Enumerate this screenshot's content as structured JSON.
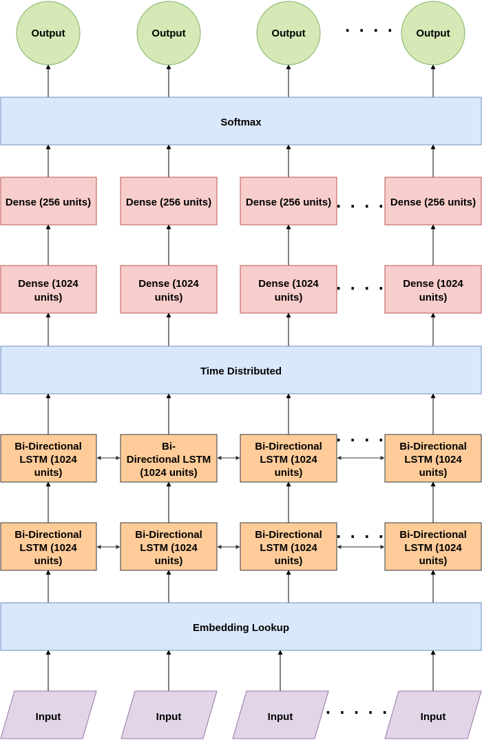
{
  "colors": {
    "output_fill": "#d5e8b5",
    "output_stroke": "#82b366",
    "blue_fill": "#dae8fc",
    "blue_stroke": "#6c8ebf",
    "red_fill": "#f8cecc",
    "red_stroke": "#b85450",
    "orange_fill": "#ffcc99",
    "orange_stroke": "#36393d",
    "purple_fill": "#e1d5e7",
    "purple_stroke": "#9673a6"
  },
  "outputs": [
    "Output",
    "Output",
    "Output",
    "Output"
  ],
  "softmax": "Softmax",
  "dense256": [
    "Dense (256 units)",
    "Dense (256 units)",
    "Dense (256 units)",
    "Dense (256 units)"
  ],
  "dense1024": [
    [
      "Dense (1024",
      "units)"
    ],
    [
      "Dense (1024",
      "units)"
    ],
    [
      "Dense (1024",
      "units)"
    ],
    [
      "Dense (1024",
      "units)"
    ]
  ],
  "time_distributed": "Time Distributed",
  "bilstm_top": [
    [
      "Bi-Directional",
      "LSTM (1024",
      "units)"
    ],
    [
      "Bi-",
      "Directional LSTM",
      "(1024 units)"
    ],
    [
      "Bi-Directional",
      "LSTM (1024",
      "units)"
    ],
    [
      "Bi-Directional",
      "LSTM (1024",
      "units)"
    ]
  ],
  "bilstm_bottom": [
    [
      "Bi-Directional",
      "LSTM (1024",
      "units)"
    ],
    [
      "Bi-Directional",
      "LSTM (1024",
      "units)"
    ],
    [
      "Bi-Directional",
      "LSTM (1024",
      "units)"
    ],
    [
      "Bi-Directional",
      "LSTM (1024",
      "units)"
    ]
  ],
  "embedding": "Embedding Lookup",
  "inputs": [
    "Input",
    "Input",
    "Input",
    "Input"
  ],
  "ellipsis": "· · · ·",
  "ellipsis_input": "· · · · ·"
}
